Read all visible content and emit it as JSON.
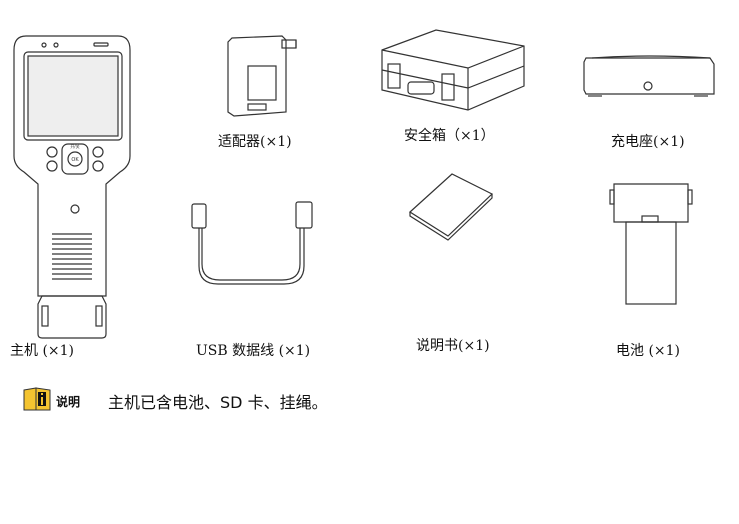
{
  "items": [
    {
      "key": "device",
      "label": "主机 (×1)"
    },
    {
      "key": "adapter",
      "label": "适配器(×1)"
    },
    {
      "key": "case",
      "label": "安全箱（×1）"
    },
    {
      "key": "dock",
      "label": "充电座(×1)"
    },
    {
      "key": "cable",
      "label": "USB 数据线 (×1)"
    },
    {
      "key": "manual",
      "label": "说明书(×1)"
    },
    {
      "key": "battery",
      "label": "电池 (×1)"
    }
  ],
  "device_buttons": {
    "top": "开/关",
    "ok": "OK"
  },
  "note": {
    "icon": "info-icon",
    "label": "说明",
    "text": "主机已含电池、SD 卡、挂绳。"
  }
}
